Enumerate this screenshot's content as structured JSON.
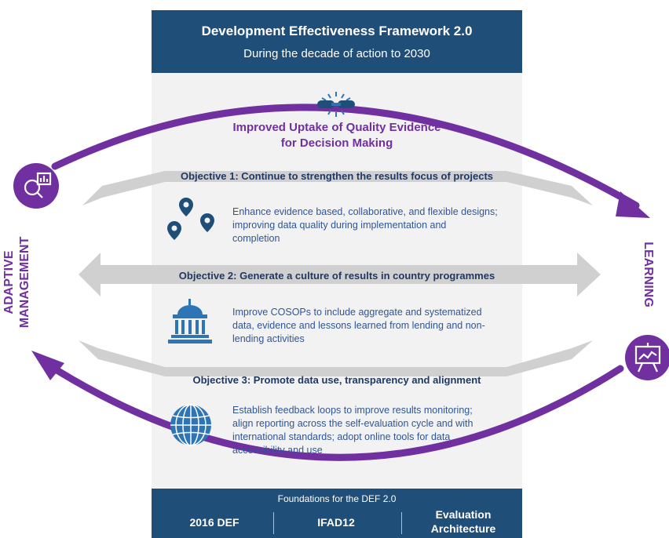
{
  "header": {
    "title": "Development Effectiveness Framework 2.0",
    "subtitle": "During the decade of action to 2030"
  },
  "goal": {
    "line1": "Improved Uptake of Quality Evidence",
    "line2": "for Decision Making"
  },
  "objectives": [
    {
      "title": "Objective 1: Continue to strengthen the results focus of projects",
      "lines": [
        "Enhance evidence based, collaborative, and flexible designs;",
        "improving data quality during implementation and",
        "completion"
      ],
      "icon": "map-pins-icon"
    },
    {
      "title": "Objective 2: Generate a culture of results in country programmes",
      "lines": [
        "Improve COSOPs to include aggregate and systematized",
        "data, evidence and lessons learned from lending and non-",
        "lending activities"
      ],
      "icon": "government-building-icon"
    },
    {
      "title": "Objective 3: Promote data use, transparency and alignment",
      "lines": [
        "Establish feedback loops to improve results monitoring;",
        "align reporting across the self-evaluation cycle and with",
        "international standards; adopt online tools for data",
        "accessibility and use"
      ],
      "icon": "globe-icon"
    }
  ],
  "side": {
    "left_line1": "ADAPTIVE",
    "left_line2": "MANAGEMENT",
    "right": "LEARNING"
  },
  "footer": {
    "title": "Foundations for the DEF 2.0",
    "items": [
      "2016 DEF",
      "IFAD12",
      "Evaluation",
      "Architecture"
    ]
  },
  "colors": {
    "navy": "#1f4e79",
    "purple": "#7030a0",
    "panel": "#f2f2f2",
    "arrow_gray": "#d0d0d0",
    "icon_blue": "#2e75b6"
  }
}
